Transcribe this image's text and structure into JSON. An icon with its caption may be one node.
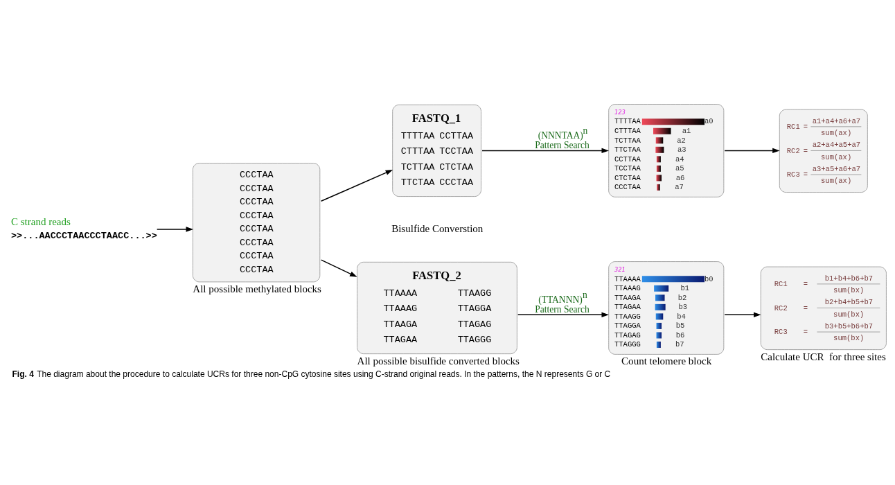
{
  "diagram": {
    "caption": "**Fig. 4** The diagram about the procedure to calculate UCRs for three non-CpG cytosine sites using C-strand original reads. In the patterns, the N represents G or C",
    "nodes": [
      {
        "text": [
          "C strand reads",
          ">>...AACCCTAACCCTAACC...>>"
        ]
      },
      {
        "text": [
          "CCCTAA",
          "CCCTAA",
          "CCCTAA",
          "CCCTAA",
          "CCCTAA",
          "CCCTAA",
          "CCCTAA",
          "CCCTAA"
        ],
        "beside": [
          "All possible methylated blocks"
        ]
      },
      {
        "text": [
          "FASTQ_1",
          "TTTTAA",
          "CCTTAA",
          "CTTTAA",
          "TCCTAA",
          "TCTTAA",
          "CTCTAA",
          "TTCTAA",
          "CCCTAA"
        ]
      },
      {
        "text": [
          "FASTQ_2",
          "TTAAAA",
          "TTAAGG",
          "TTAAAG",
          "TTAGGA",
          "TTAAGA",
          "TTAGAG",
          "TTAGAA",
          "TTAGGG"
        ],
        "beside": [
          "All possible bisulfide converted blocks"
        ]
      },
      {
        "text": [
          "123",
          "TTTTAA",
          "a0",
          "CTTTAA",
          "a1",
          "TCTTAA",
          "a2",
          "TTCTAA",
          "a3",
          "CCTTAA",
          "a4",
          "TCCTAA",
          "a5",
          "CTCTAA",
          "a6",
          "CCCTAA",
          "a7"
        ]
      },
      {
        "text": [
          "321",
          "TTAAAA",
          "b0",
          "TTAAAG",
          "b1",
          "TTAAGA",
          "b2",
          "TTAGAA",
          "b3",
          "TTAAGG",
          "b4",
          "TTAGGA",
          "b5",
          "TTAGAG",
          "b6",
          "TTAGGG",
          "b7"
        ],
        "beside": [
          "Count telomere block"
        ]
      },
      {
        "text": [
          "RC1",
          "=",
          "a1+a4+a6+a7",
          "sum(ax)",
          "RC2",
          "=",
          "a2+a4+a5+a7",
          "sum(ax)",
          "RC3",
          "=",
          "a3+a5+a6+a7",
          "sum(ax)"
        ]
      },
      {
        "text": [
          "RC1",
          "=",
          "b1+b4+b6+b7",
          "sum(bx)",
          "RC2",
          "=",
          "b2+b4+b5+b7",
          "sum(bx)",
          "RC3",
          "=",
          "b3+b5+b6+b7",
          "sum(bx)"
        ],
        "beside": [
          "Calculate UCR  for three sites"
        ]
      }
    ],
    "edges": [
      {
        "from": 0,
        "to": 1,
        "arrow": "to"
      },
      {
        "from": 1,
        "to": 2,
        "arrow": "to"
      },
      {
        "from": 1,
        "to": 3,
        "arrow": "to"
      },
      {
        "from": 2,
        "to": 4,
        "arrow": "to",
        "label": "(NNNTAA)$^{n}$ Pattern Search"
      },
      {
        "from": 3,
        "to": 5,
        "arrow": "to",
        "label": "(TTANNN)$^{n}$ Pattern Search"
      },
      {
        "from": 4,
        "to": 6,
        "arrow": "to"
      },
      {
        "from": 5,
        "to": 7,
        "arrow": "to"
      }
    ],
    "labels": [
      "Bisulfide Converstion"
    ]
  }
}
